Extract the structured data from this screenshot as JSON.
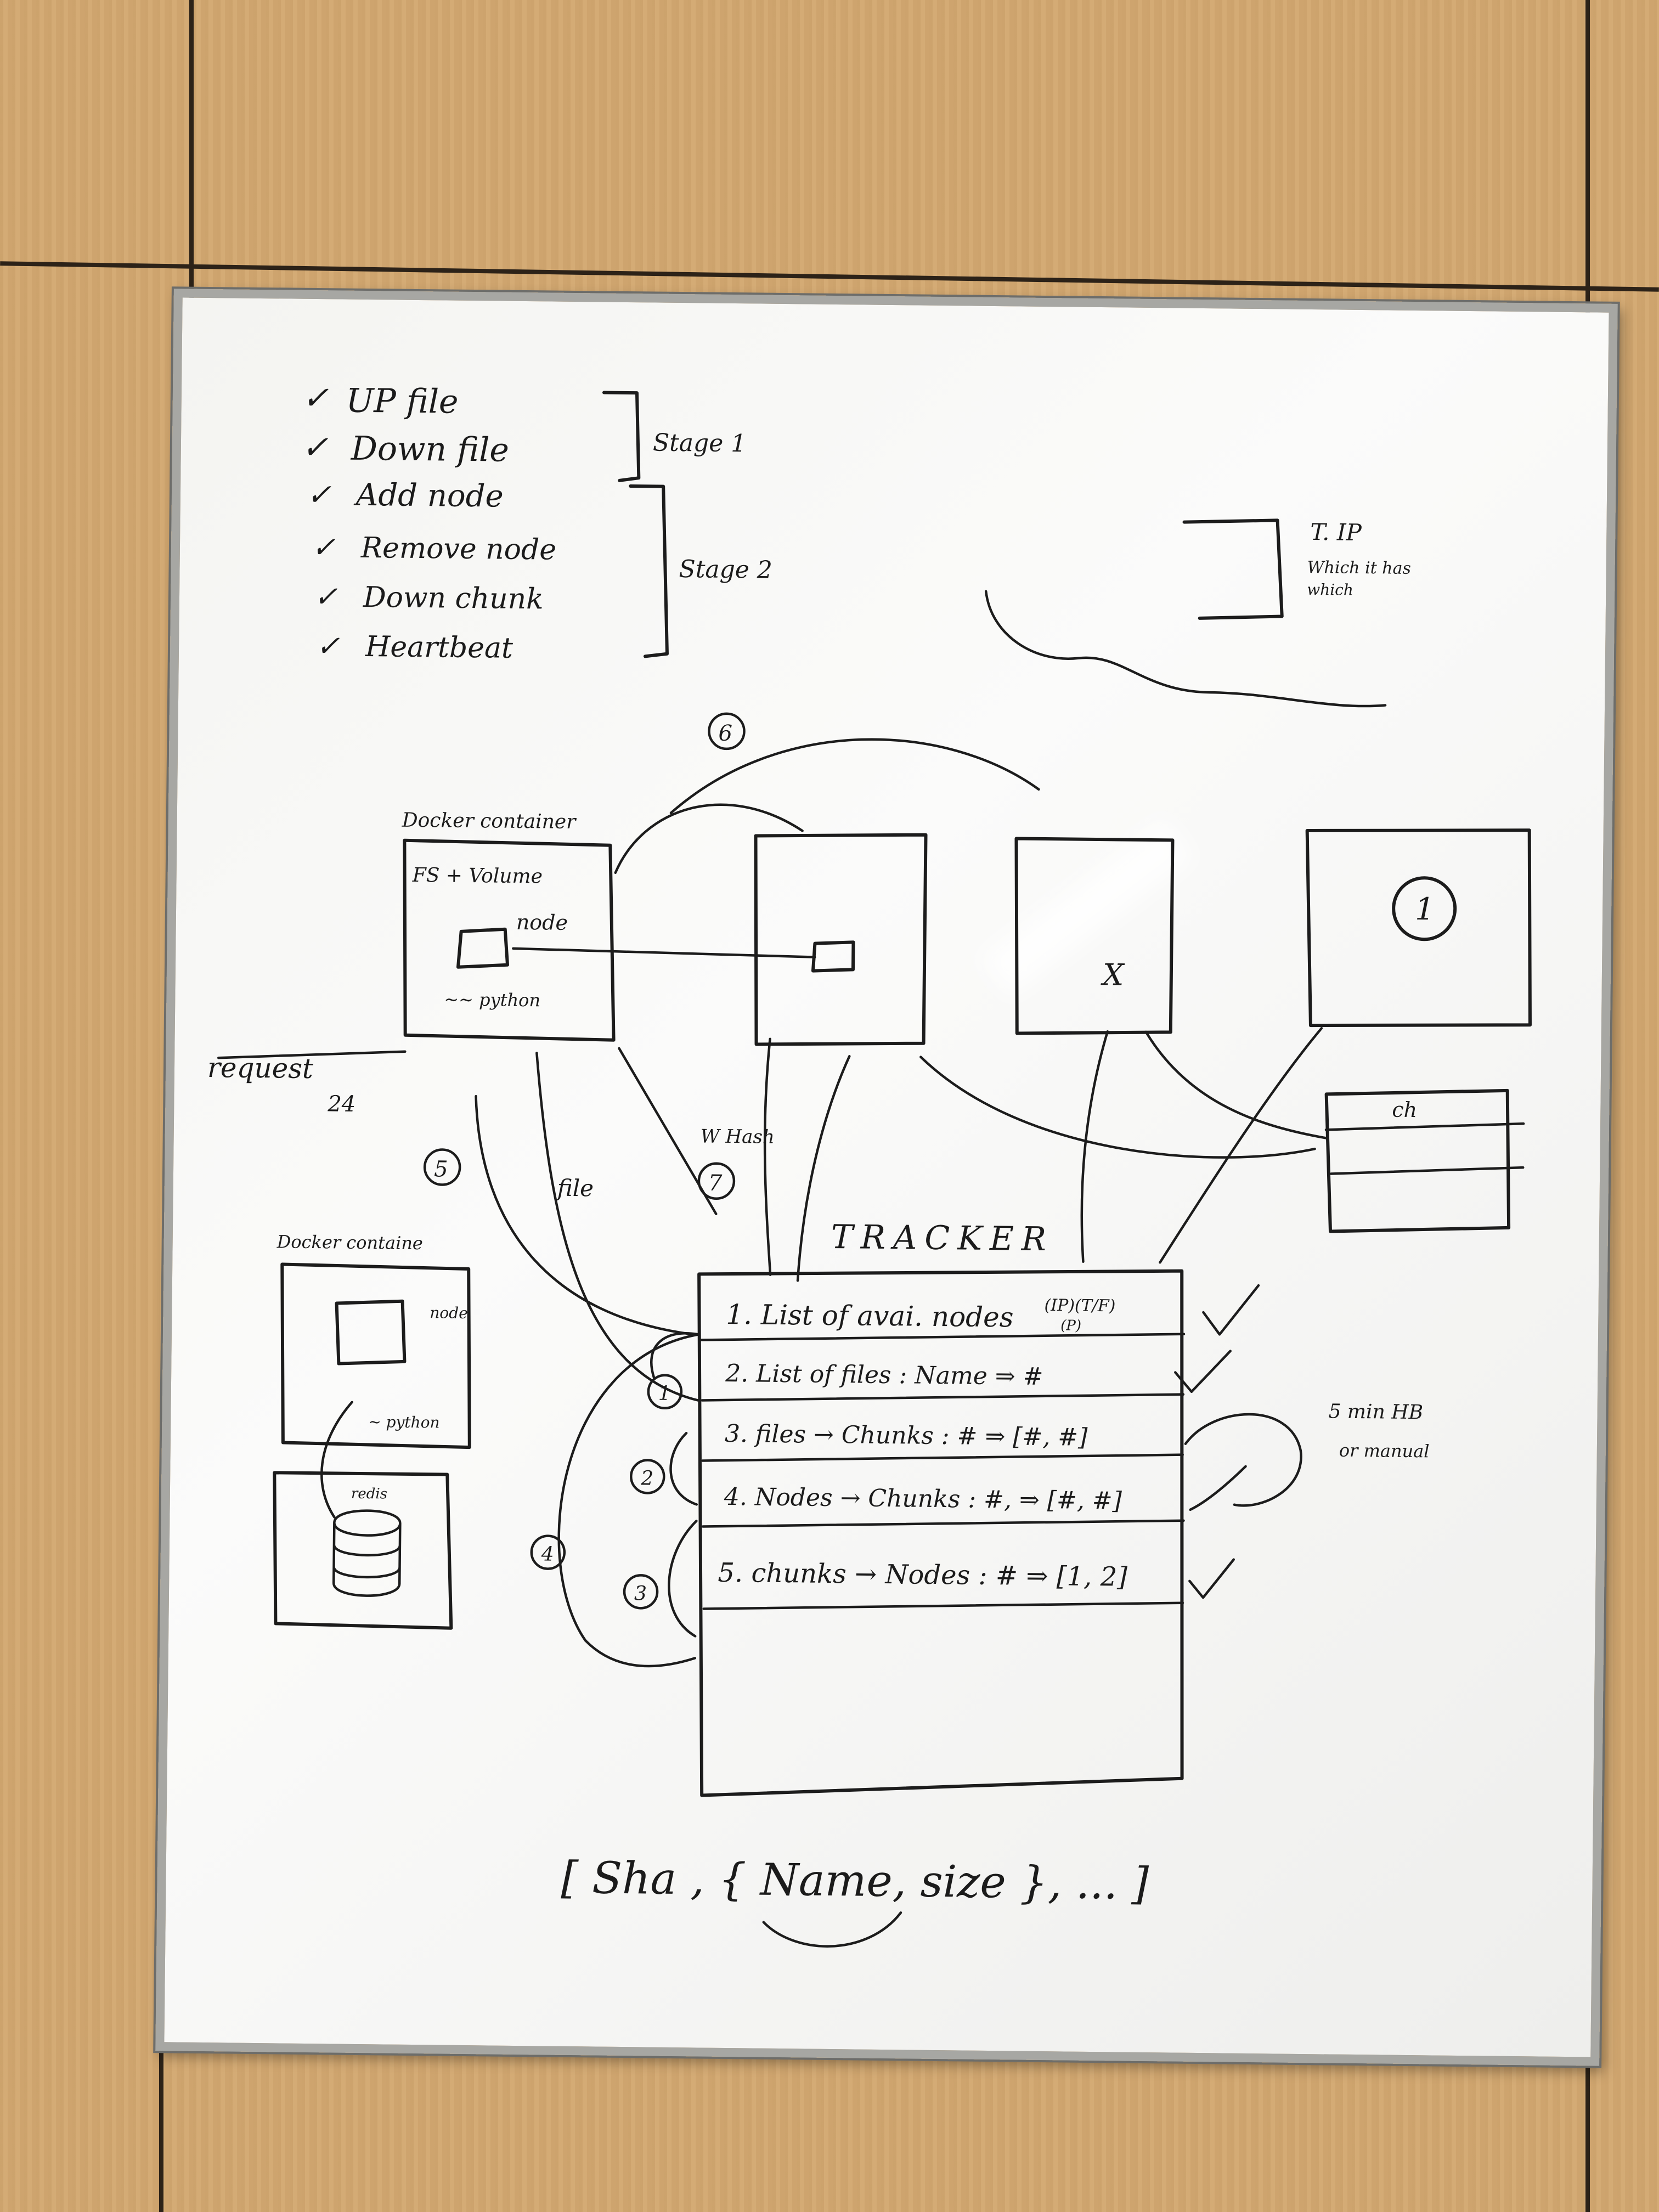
{
  "checklist": {
    "items": [
      "UP file",
      "Down file",
      "Add node",
      "Remove node",
      "Down chunk",
      "Heartbeat"
    ],
    "check_mark": "✓",
    "stage1": "Stage 1",
    "stage2": "Stage 2"
  },
  "top_right_note": {
    "line1": "T. IP",
    "line2": "Which it has",
    "line3": "which"
  },
  "docker_top": {
    "title": "Docker container",
    "fs": "FS + Volume",
    "node": "node",
    "python": "~~ python"
  },
  "request": {
    "label": "request",
    "num": "24"
  },
  "step_labels": {
    "s6": "6",
    "s5": "5",
    "s7": "7",
    "whash": "W Hash",
    "file": "file",
    "s1": "1",
    "s2": "2",
    "s3": "3",
    "s4": "4"
  },
  "cloud_boxes": {
    "x_mark": "X",
    "circled_one": "1",
    "side_table_header": "ch"
  },
  "docker_bottom": {
    "title": "Docker containe",
    "node": "node",
    "python": "~ python",
    "redis": "redis"
  },
  "tracker": {
    "title": "TRACKER",
    "rows": [
      "1. List of avai. nodes",
      "2. List of files : Name ⇒ #",
      "3. files → Chunks : # ⇒ [#, #]",
      "4. Nodes → Chunks : #, ⇒ [#, #]",
      "5. chunks → Nodes : # ⇒ [1, 2]"
    ],
    "row1_extra": "(IP)(T/F)",
    "row1_extra2": "(P)"
  },
  "heartbeat_note": {
    "line1": "5 min HB",
    "line2": "or manual"
  },
  "bottom_formula": "[ Sha , { Name, size }, ... ]"
}
